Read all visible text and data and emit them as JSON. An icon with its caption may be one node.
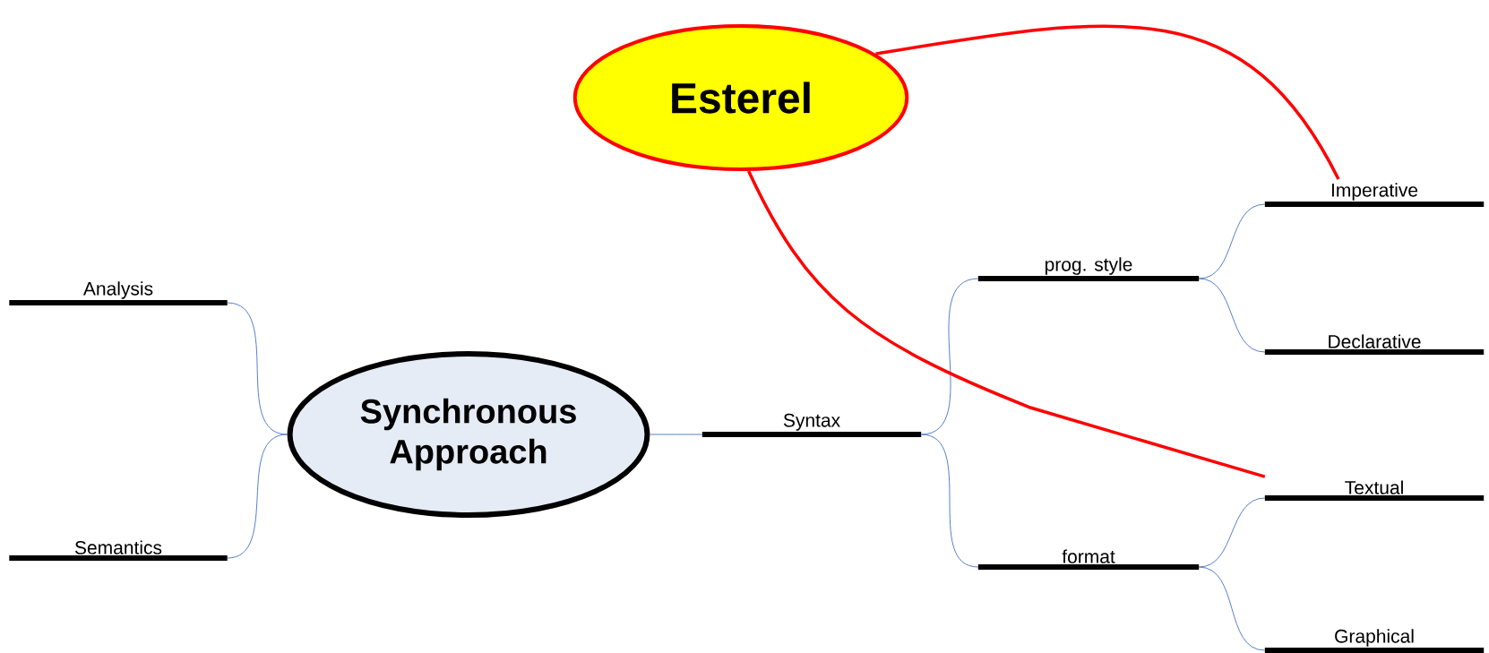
{
  "diagram": {
    "nodes": [
      {
        "text": [
          "Esterel"
        ]
      },
      {
        "text": [
          "Synchronous Approach"
        ]
      },
      {
        "text": [
          "Analysis"
        ]
      },
      {
        "text": [
          "Semantics"
        ]
      },
      {
        "text": [
          "Syntax"
        ]
      },
      {
        "text": [
          "prog. style"
        ]
      },
      {
        "text": [
          "format"
        ]
      },
      {
        "text": [
          "Imperative"
        ]
      },
      {
        "text": [
          "Declarative"
        ]
      },
      {
        "text": [
          "Textual"
        ]
      },
      {
        "text": [
          "Graphical"
        ]
      }
    ],
    "edges": [
      {
        "from": 1,
        "to": 2,
        "arrow": "none"
      },
      {
        "from": 1,
        "to": 3,
        "arrow": "none"
      },
      {
        "from": 1,
        "to": 4,
        "arrow": "none"
      },
      {
        "from": 4,
        "to": 5,
        "arrow": "none"
      },
      {
        "from": 4,
        "to": 6,
        "arrow": "none"
      },
      {
        "from": 5,
        "to": 7,
        "arrow": "none"
      },
      {
        "from": 5,
        "to": 8,
        "arrow": "none"
      },
      {
        "from": 6,
        "to": 9,
        "arrow": "none"
      },
      {
        "from": 6,
        "to": 10,
        "arrow": "none"
      },
      {
        "from": 0,
        "to": 7,
        "arrow": "none",
        "style": "thick",
        "color": "#ff0000"
      },
      {
        "from": 0,
        "to": 9,
        "arrow": "none",
        "style": "thick",
        "color": "#ff0000"
      }
    ]
  }
}
